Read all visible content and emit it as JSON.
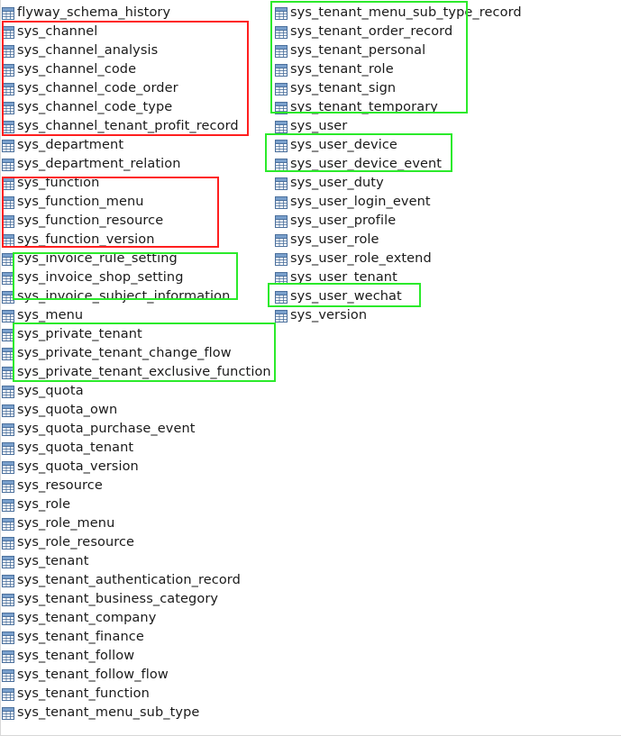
{
  "left_column": [
    {
      "label": "flyway_schema_history",
      "icon": "table-icon"
    },
    {
      "label": "sys_channel",
      "icon": "table-icon"
    },
    {
      "label": "sys_channel_analysis",
      "icon": "table-icon"
    },
    {
      "label": "sys_channel_code",
      "icon": "table-icon"
    },
    {
      "label": "sys_channel_code_order",
      "icon": "table-icon"
    },
    {
      "label": "sys_channel_code_type",
      "icon": "table-icon"
    },
    {
      "label": "sys_channel_tenant_profit_record",
      "icon": "table-icon"
    },
    {
      "label": "sys_department",
      "icon": "table-icon"
    },
    {
      "label": "sys_department_relation",
      "icon": "table-icon"
    },
    {
      "label": "sys_function",
      "icon": "table-icon"
    },
    {
      "label": "sys_function_menu",
      "icon": "table-icon"
    },
    {
      "label": "sys_function_resource",
      "icon": "table-icon"
    },
    {
      "label": "sys_function_version",
      "icon": "table-icon"
    },
    {
      "label": "sys_invoice_rule_setting",
      "icon": "table-icon"
    },
    {
      "label": "sys_invoice_shop_setting",
      "icon": "table-icon"
    },
    {
      "label": "sys_invoice_subject_information",
      "icon": "table-icon"
    },
    {
      "label": "sys_menu",
      "icon": "table-icon"
    },
    {
      "label": "sys_private_tenant",
      "icon": "table-icon"
    },
    {
      "label": "sys_private_tenant_change_flow",
      "icon": "table-icon"
    },
    {
      "label": "sys_private_tenant_exclusive_function",
      "icon": "table-icon"
    },
    {
      "label": "sys_quota",
      "icon": "table-icon"
    },
    {
      "label": "sys_quota_own",
      "icon": "table-icon"
    },
    {
      "label": "sys_quota_purchase_event",
      "icon": "table-icon"
    },
    {
      "label": "sys_quota_tenant",
      "icon": "table-icon"
    },
    {
      "label": "sys_quota_version",
      "icon": "table-icon"
    },
    {
      "label": "sys_resource",
      "icon": "table-icon"
    },
    {
      "label": "sys_role",
      "icon": "table-icon"
    },
    {
      "label": "sys_role_menu",
      "icon": "table-icon"
    },
    {
      "label": "sys_role_resource",
      "icon": "table-icon"
    },
    {
      "label": "sys_tenant",
      "icon": "table-icon"
    },
    {
      "label": "sys_tenant_authentication_record",
      "icon": "table-icon"
    },
    {
      "label": "sys_tenant_business_category",
      "icon": "table-icon"
    },
    {
      "label": "sys_tenant_company",
      "icon": "table-icon"
    },
    {
      "label": "sys_tenant_finance",
      "icon": "table-icon"
    },
    {
      "label": "sys_tenant_follow",
      "icon": "table-icon"
    },
    {
      "label": "sys_tenant_follow_flow",
      "icon": "table-icon"
    },
    {
      "label": "sys_tenant_function",
      "icon": "table-icon"
    },
    {
      "label": "sys_tenant_menu_sub_type",
      "icon": "table-icon"
    }
  ],
  "right_column": [
    {
      "label": "sys_tenant_menu_sub_type_record",
      "icon": "table-icon"
    },
    {
      "label": "sys_tenant_order_record",
      "icon": "table-icon"
    },
    {
      "label": "sys_tenant_personal",
      "icon": "table-icon"
    },
    {
      "label": "sys_tenant_role",
      "icon": "table-icon"
    },
    {
      "label": "sys_tenant_sign",
      "icon": "table-icon"
    },
    {
      "label": "sys_tenant_temporary",
      "icon": "table-icon"
    },
    {
      "label": "sys_user",
      "icon": "table-icon"
    },
    {
      "label": "sys_user_device",
      "icon": "table-icon"
    },
    {
      "label": "sys_user_device_event",
      "icon": "table-icon"
    },
    {
      "label": "sys_user_duty",
      "icon": "table-icon"
    },
    {
      "label": "sys_user_login_event",
      "icon": "table-icon"
    },
    {
      "label": "sys_user_profile",
      "icon": "table-icon"
    },
    {
      "label": "sys_user_role",
      "icon": "table-icon"
    },
    {
      "label": "sys_user_role_extend",
      "icon": "table-icon"
    },
    {
      "label": "sys_user_tenant",
      "icon": "table-icon"
    },
    {
      "label": "sys_user_wechat",
      "icon": "table-icon"
    },
    {
      "label": "sys_version",
      "icon": "table-icon"
    }
  ],
  "colors": {
    "highlight_red": "#ff1f1f",
    "highlight_green": "#2bea2b",
    "icon_stroke": "#4a6f9c",
    "icon_header": "#7aa0cc",
    "text": "#1a1a1a"
  }
}
